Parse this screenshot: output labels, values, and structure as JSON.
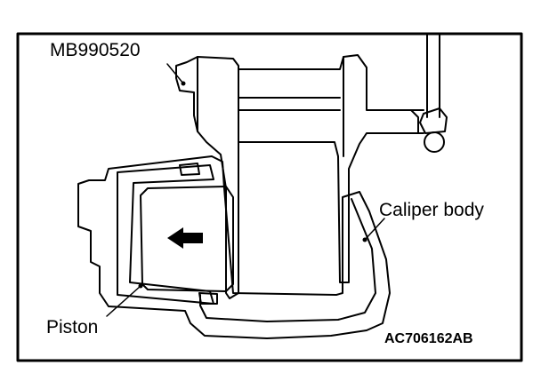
{
  "labels": {
    "tool": "MB990520",
    "caliper": "Caliper body",
    "piston": "Piston",
    "figure_code": "AC706162AB"
  },
  "colors": {
    "line": "#000000",
    "background": "#ffffff"
  }
}
